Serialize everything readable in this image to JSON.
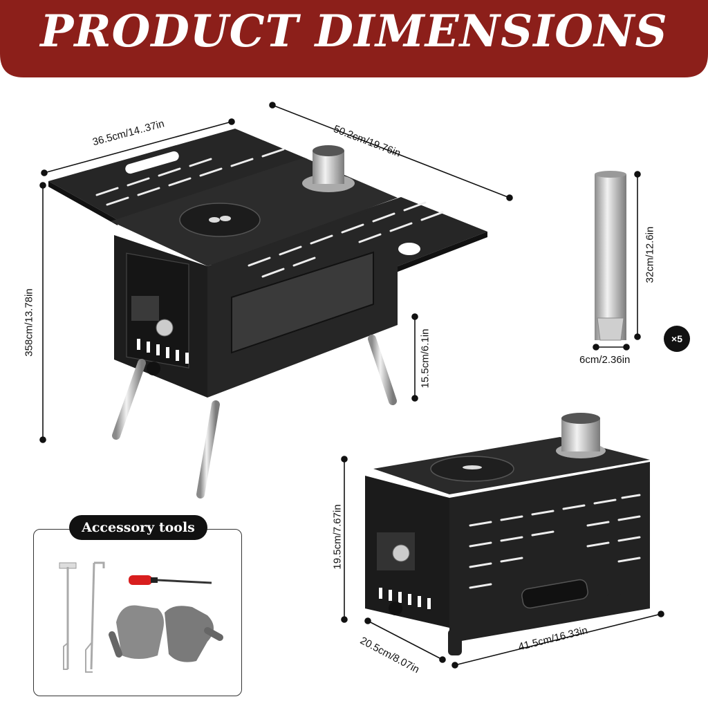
{
  "banner": {
    "title": "PRODUCT DIMENSIONS"
  },
  "dimensions": {
    "stove_depth": "36.5cm/14..37in",
    "stove_width_with_shelves": "50.2cm/19.76in",
    "stove_total_height": "358cm/13.78in",
    "leg_height": "15.5cm/6.1in",
    "pipe_length": "32cm/12.6in",
    "pipe_diameter": "6cm/2.36in",
    "folded_height": "19.5cm/7.67in",
    "folded_depth": "20.5cm/8.07in",
    "folded_length": "41.5cm/16.33in"
  },
  "pipe_count": "×5",
  "accessories": {
    "label": "Accessory tools"
  },
  "colors": {
    "banner": "#8c1f1a",
    "stove": "#1f1f1f",
    "steel": "#bdbdbd"
  },
  "icons": [
    "stove-icon",
    "chimney-pipe-icon",
    "folded-stove-icon",
    "poker-icon",
    "hook-icon",
    "screwdriver-icon",
    "gloves-icon"
  ]
}
